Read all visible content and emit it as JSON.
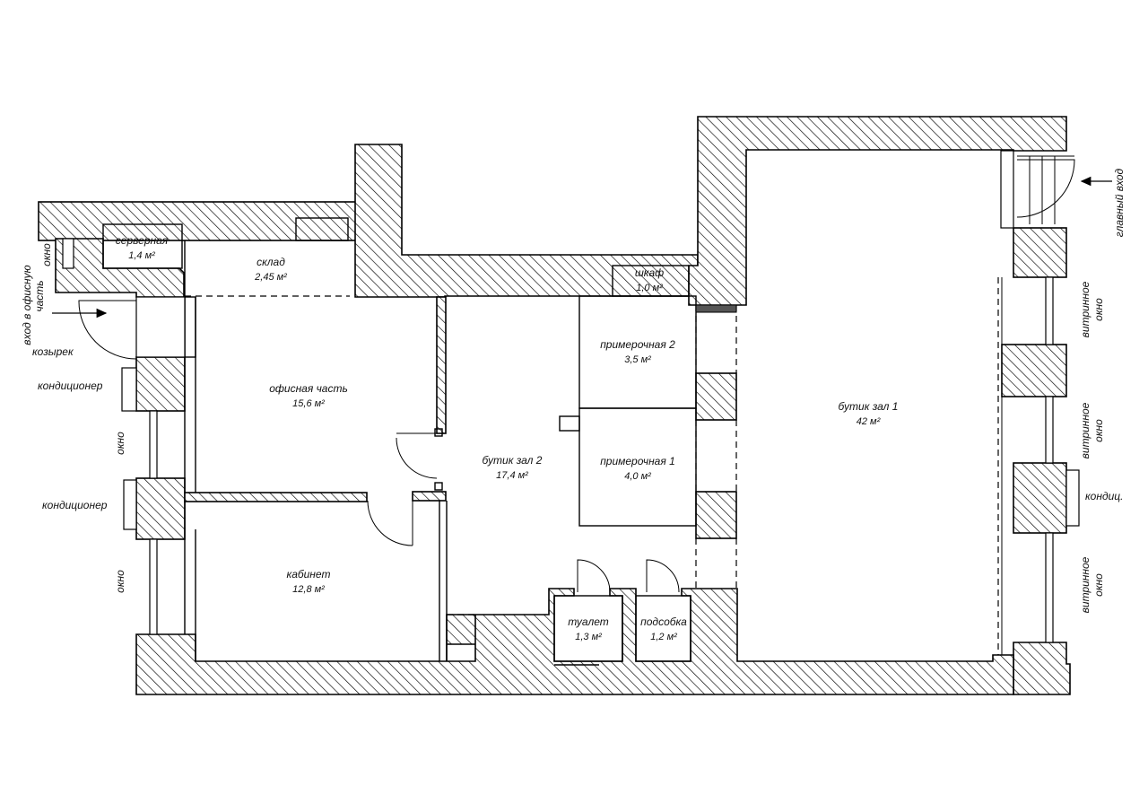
{
  "rooms": {
    "server": {
      "name": "серверная",
      "area": "1,4 м²"
    },
    "storage": {
      "name": "склад",
      "area": "2,45 м²"
    },
    "wardrobe": {
      "name": "шкаф",
      "area": "1,0 м²"
    },
    "fitting2": {
      "name": "примерочная 2",
      "area": "3,5 м²"
    },
    "office": {
      "name": "офисная часть",
      "area": "15,6 м²"
    },
    "boutique2": {
      "name": "бутик зал 2",
      "area": "17,4 м²"
    },
    "fitting1": {
      "name": "примерочная 1",
      "area": "4,0 м²"
    },
    "boutique1": {
      "name": "бутик зал 1",
      "area": "42 м²"
    },
    "cabinet": {
      "name": "кабинет",
      "area": "12,8 м²"
    },
    "toilet": {
      "name": "туалет",
      "area": "1,3 м²"
    },
    "utility": {
      "name": "подсобка",
      "area": "1,2 м²"
    }
  },
  "annotations": {
    "window_top_left": "окно",
    "office_entrance_line1": "вход в офисную",
    "office_entrance_line2": "часть",
    "canopy": "козырек",
    "ac_1": "кондиционер",
    "window_left_1": "окно",
    "ac_2": "кондиционер",
    "window_left_2": "окно",
    "main_entrance": "главный вход",
    "shop_window_1_line1": "витринное",
    "shop_window_1_line2": "окно",
    "shop_window_2_line1": "витринное",
    "shop_window_2_line2": "окно",
    "ac_right": "кондиц.",
    "shop_window_3_line1": "витринное",
    "shop_window_3_line2": "окно"
  }
}
